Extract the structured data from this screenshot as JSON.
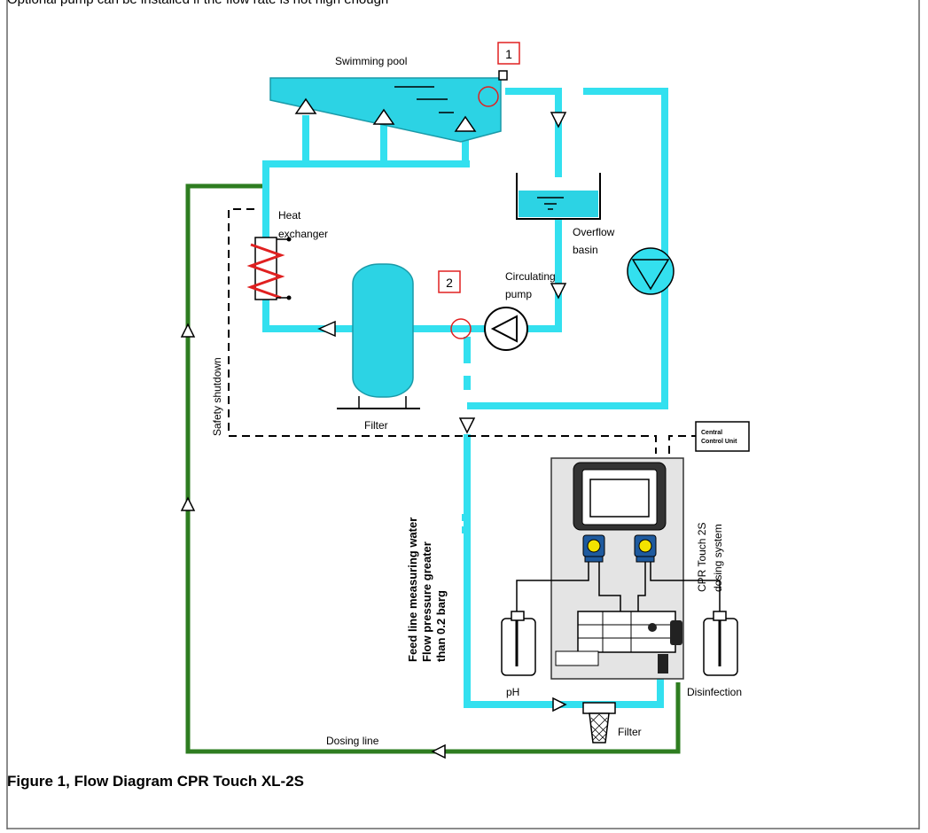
{
  "top_text": "Optional pump can be installed if the flow rate is not high enough",
  "caption": "Figure 1, Flow Diagram CPR Touch XL-2S",
  "markers": [
    "1",
    "2"
  ],
  "labels": {
    "swimming_pool": "Swimming pool",
    "heat_exchanger_1": "Heat",
    "heat_exchanger_2": "exchanger",
    "overflow_basin_1": "Overflow",
    "overflow_basin_2": "basin",
    "circulating_pump_1": "Circulating",
    "circulating_pump_2": "pump",
    "filter_main": "Filter",
    "safety_shutdown": "Safety shutdown",
    "central_control_1": "Central",
    "central_control_2": "Control Unit",
    "dosing_system_1": "CPR Touch 2S",
    "dosing_system_2": "dosing system",
    "feed_line_1": "Feed line measuring water",
    "feed_line_2": "Flow pressure greater",
    "feed_line_3": "than 0.2 barg",
    "ph": "pH",
    "disinfection": "Disinfection",
    "filter_small": "Filter",
    "dosing_line": "Dosing line"
  },
  "colors": {
    "water": "#33e0ef",
    "water_fill": "#2cd3e4",
    "dosing_line": "#2e7d20",
    "marker_red": "#e02020",
    "heater_red": "#e02020",
    "frame": "#555555",
    "pump_blue": "#1e5a9e",
    "pump_yellow": "#f2e200",
    "panel_fill": "#e4e4e4"
  }
}
